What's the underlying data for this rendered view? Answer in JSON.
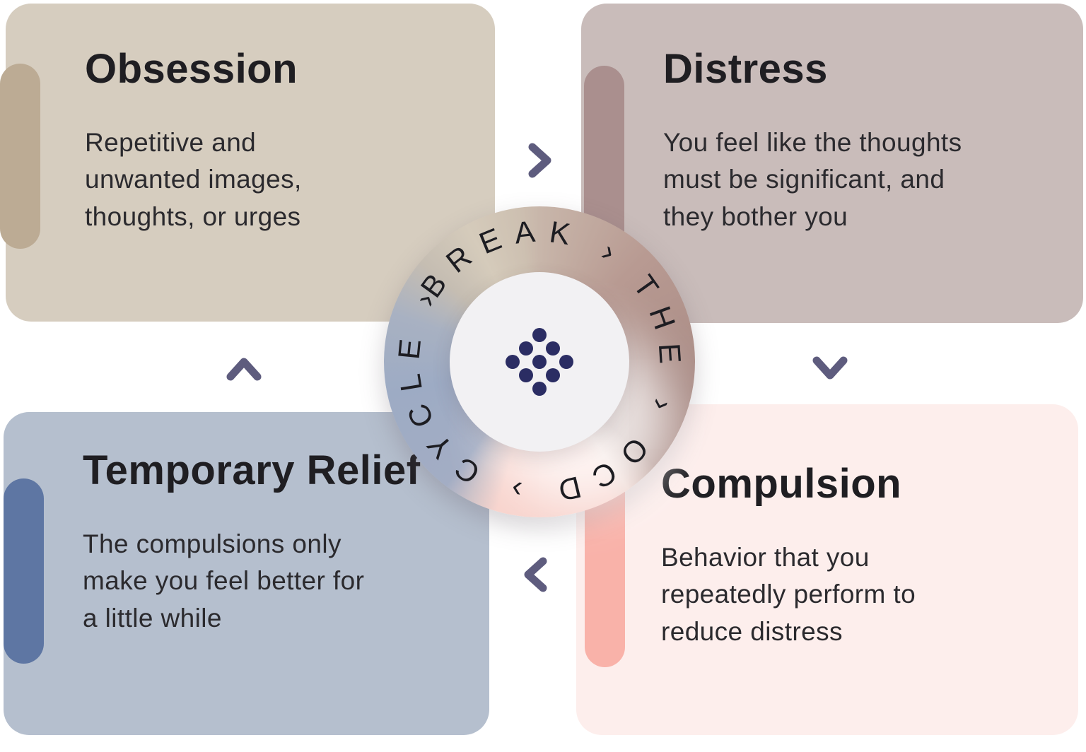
{
  "cards": {
    "obsession": {
      "title": "Obsession",
      "body": "Repetitive and unwanted images, thoughts, or urges",
      "bg": "#d6cdbf",
      "accent_bar": "#bcab94"
    },
    "distress": {
      "title": "Distress",
      "body": "You feel like the thoughts must be significant, and they bother you",
      "bg": "#c9bcba",
      "accent_bar": "#aa8f8e"
    },
    "temporary_relief": {
      "title": "Temporary Relief",
      "body": "The compulsions only make you feel better for a little while",
      "bg": "#b5bfce",
      "accent_bar": "#5e76a3"
    },
    "compulsion": {
      "title": "Compulsion",
      "body": "Behavior that you repeatedly perform to reduce distress",
      "bg": "#fdeeec",
      "accent_bar": "#f9b2a9"
    }
  },
  "center_badge": {
    "ring_text": "BREAK › THE › OCD › CYCLE ›",
    "ring_text_color": "#1d1d22",
    "ring_colors": {
      "top_left_beige": "#d5cbbb",
      "right_mauve": "#a98b85",
      "bottom_right_pink": "#f7d0c9",
      "bottom_left_blue": "#9dabc4"
    },
    "inner_circle_color": "#f2f1f3",
    "logo": {
      "icon": "dot-grid-diamond-icon",
      "dot_color": "#2b2d63",
      "dot_count": 9
    }
  },
  "flow_arrows": {
    "color": "#5e5c7e",
    "top": "right",
    "right_side": "down",
    "bottom": "left",
    "left_side": "up"
  }
}
